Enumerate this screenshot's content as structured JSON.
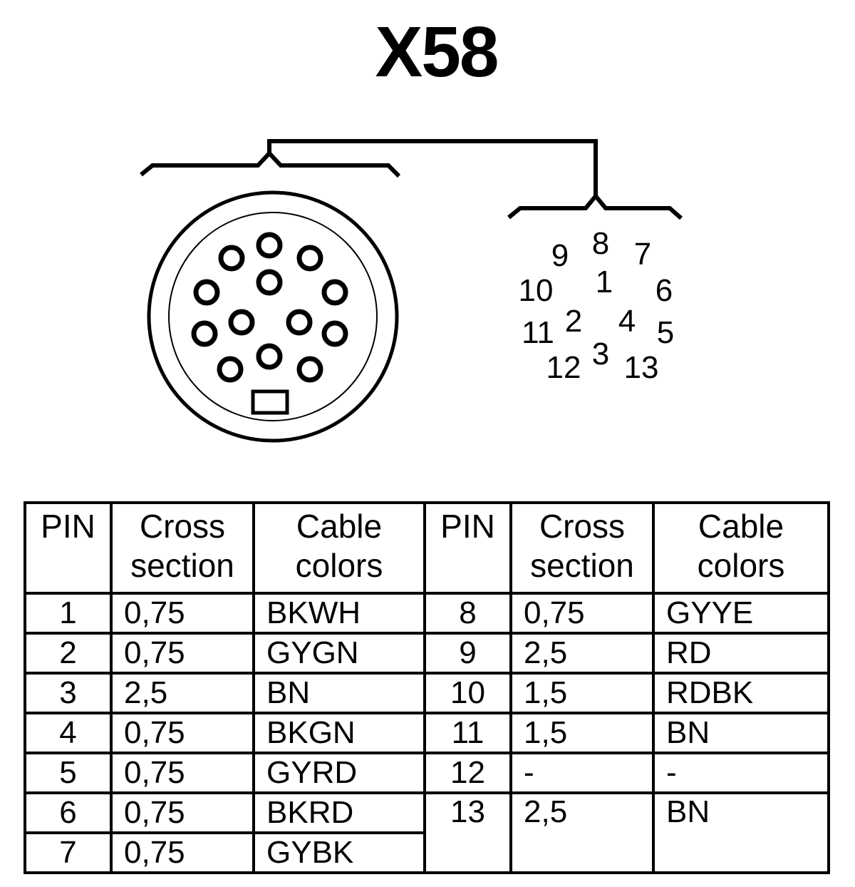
{
  "title": "X58",
  "connector": {
    "pin_labels": [
      "1",
      "2",
      "3",
      "4",
      "5",
      "6",
      "7",
      "8",
      "9",
      "10",
      "11",
      "12",
      "13"
    ]
  },
  "table": {
    "headers": {
      "pin": "PIN",
      "cross_1": "Cross",
      "cross_2": "section",
      "cable_1": "Cable",
      "cable_2": "colors"
    },
    "left": [
      {
        "pin": "1",
        "cross": "0,75",
        "color": "BKWH"
      },
      {
        "pin": "2",
        "cross": "0,75",
        "color": "GYGN"
      },
      {
        "pin": "3",
        "cross": "2,5",
        "color": "BN"
      },
      {
        "pin": "4",
        "cross": "0,75",
        "color": "BKGN"
      },
      {
        "pin": "5",
        "cross": "0,75",
        "color": "GYRD"
      },
      {
        "pin": "6",
        "cross": "0,75",
        "color": "BKRD"
      },
      {
        "pin": "7",
        "cross": "0,75",
        "color": "GYBK"
      }
    ],
    "right": [
      {
        "pin": "8",
        "cross": "0,75",
        "color": "GYYE"
      },
      {
        "pin": "9",
        "cross": "2,5",
        "color": "RD"
      },
      {
        "pin": "10",
        "cross": "1,5",
        "color": "RDBK"
      },
      {
        "pin": "11",
        "cross": "1,5",
        "color": "BN"
      },
      {
        "pin": "12",
        "cross": "-",
        "color": "-"
      },
      {
        "pin": "13",
        "cross": "2,5",
        "color": "BN"
      }
    ]
  }
}
